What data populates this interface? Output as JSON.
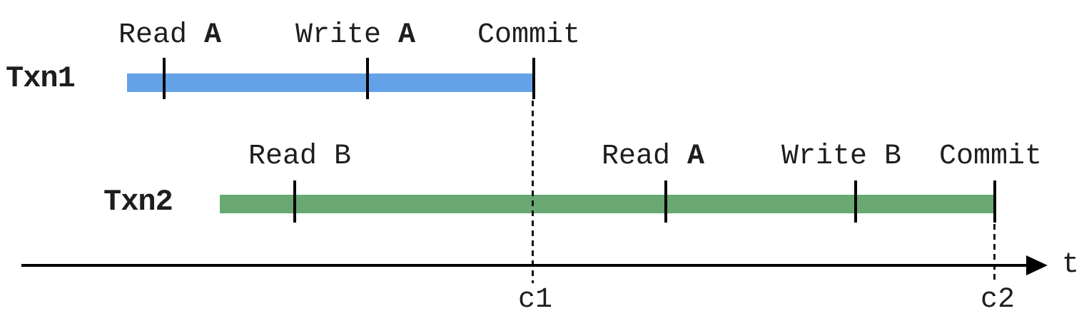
{
  "figure": {
    "title_semantics": "Two concurrent transactions on a timeline",
    "axis_label": "t",
    "colors": {
      "txn1_bar": "#64a2e8",
      "txn2_bar": "#6aa873",
      "line": "#000000"
    },
    "transactions": [
      {
        "name": "Txn1",
        "events": [
          {
            "text": "Read ",
            "bold": "A"
          },
          {
            "text": "Write ",
            "bold": "A"
          },
          {
            "text": "Commit",
            "bold": ""
          }
        ]
      },
      {
        "name": "Txn2",
        "events": [
          {
            "text": "Read B",
            "bold": ""
          },
          {
            "text": "Read ",
            "bold": "A"
          },
          {
            "text": "Write B",
            "bold": ""
          },
          {
            "text": "Commit",
            "bold": ""
          }
        ]
      }
    ],
    "commit_points": [
      {
        "label": "c1"
      },
      {
        "label": "c2"
      }
    ]
  }
}
